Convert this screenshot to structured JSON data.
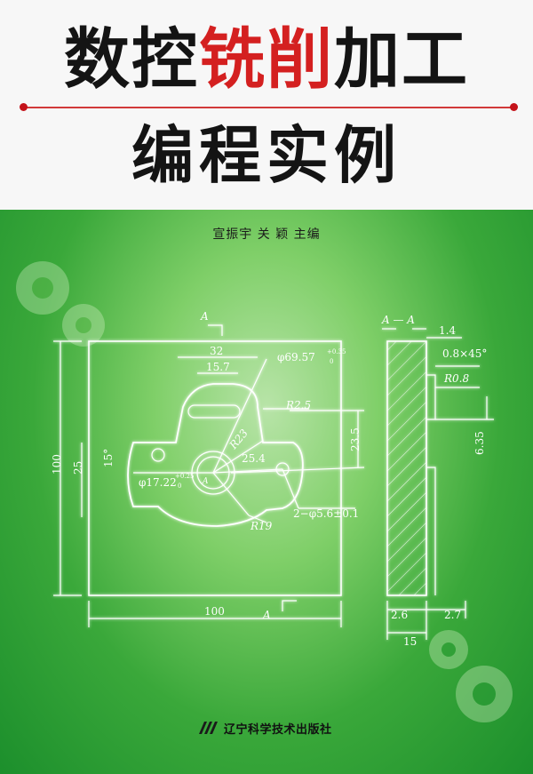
{
  "cover": {
    "title_line1_black": "数控",
    "title_line1_red": "铣削",
    "title_line1_black2": "加工",
    "title_line2": "编程实例",
    "authors": "宣振宇  关  颖  主编",
    "publisher": "辽宁科学技术出版社"
  },
  "drawing": {
    "section_a_left": "A",
    "section_a_bottom": "A",
    "section_title": "A — A",
    "dim_32": "32",
    "dim_15_7": "15.7",
    "dim_phi69": "φ69.57",
    "dim_phi69_tol_upper": "+0.35",
    "dim_phi69_tol_lower": "0",
    "dim_r2_5": "R2.5",
    "dim_r23": "R23",
    "dim_23_5": "23.5",
    "dim_25_4": "25.4",
    "dim_15deg": "15°",
    "dim_phi17": "φ17.22",
    "dim_phi17_tol_upper": "+0.25",
    "dim_phi17_tol_lower": "0",
    "dim_a_center": "A",
    "dim_r19": "R19",
    "dim_holes": "2−φ5.6±0.1",
    "dim_100_v": "100",
    "dim_25_v": "25",
    "dim_100_h": "100",
    "dim_1_4": "1.4",
    "dim_chamfer": "0.8×45°",
    "dim_r0_8": "R0.8",
    "dim_6_35": "6.35",
    "dim_2_6": "2.6",
    "dim_2_7": "2.7",
    "dim_15": "15"
  }
}
